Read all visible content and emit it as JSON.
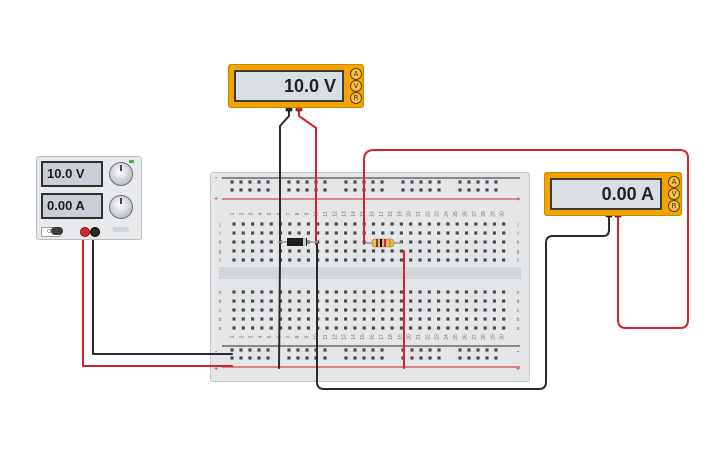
{
  "voltmeter": {
    "reading": "10.0 V",
    "modes": [
      "A",
      "V",
      "R"
    ]
  },
  "ammeter": {
    "reading": "0.00 A",
    "modes": [
      "A",
      "V",
      "R"
    ]
  },
  "power_supply": {
    "voltage": "10.0 V",
    "current": "0.00 A",
    "power_label": "ON"
  },
  "breadboard": {
    "column_numbers": [
      "1",
      "2",
      "3",
      "4",
      "5",
      "6",
      "7",
      "8",
      "9",
      "10",
      "11",
      "12",
      "13",
      "14",
      "15",
      "16",
      "17",
      "18",
      "19",
      "20",
      "21",
      "22",
      "23",
      "24",
      "25",
      "26",
      "27",
      "28",
      "29",
      "30"
    ],
    "row_letters_top": [
      "j",
      "i",
      "h",
      "g",
      "f"
    ],
    "row_letters_bottom": [
      "e",
      "d",
      "c",
      "b",
      "a"
    ],
    "rail_minus": "-",
    "rail_plus": "+"
  },
  "colors": {
    "wire_red": "#d6222a",
    "wire_black": "#2b2b2b",
    "meter_body": "#f2a300"
  }
}
